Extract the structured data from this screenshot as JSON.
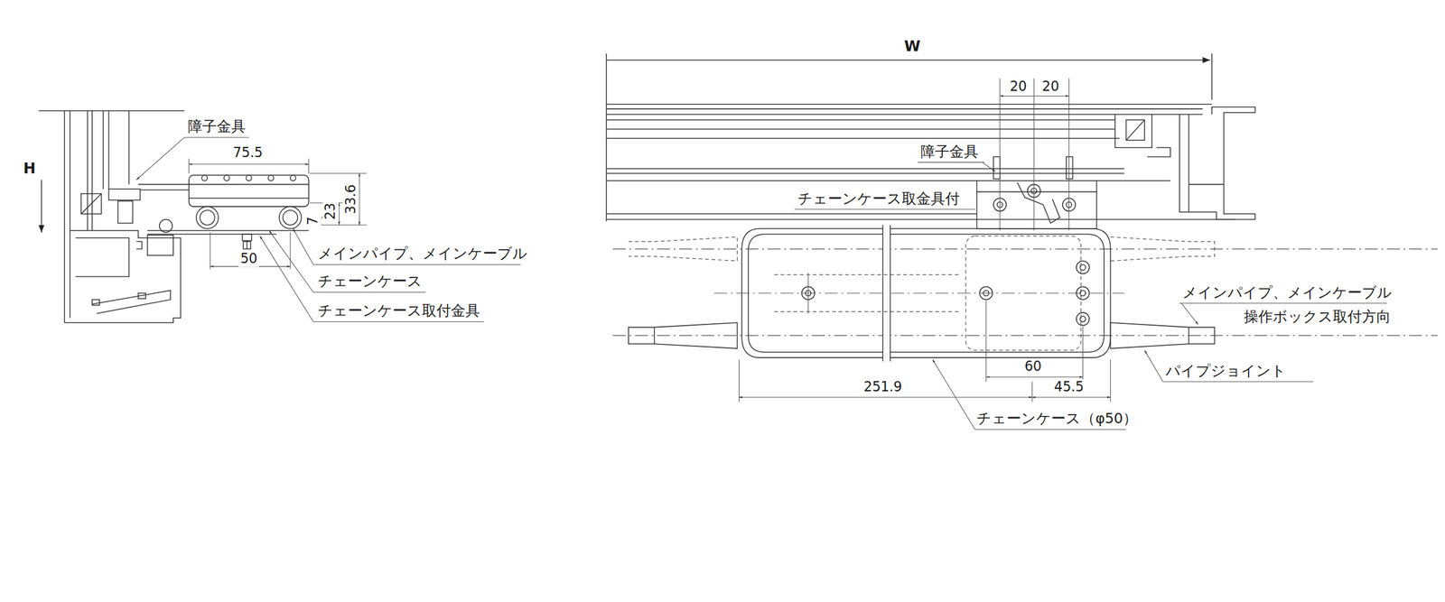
{
  "diagram": {
    "labels": [
      "H",
      "障子金具",
      "75.5",
      "33.6",
      "23",
      "7",
      "50",
      "メインパイプ、メインケーブル",
      "チェーンケース",
      "チェーンケース取付金具",
      "W",
      "20",
      "20",
      "障子金具",
      "チェーンケース取金具付",
      "メインパイプ、メインケーブル",
      "操作ボックス取付方向",
      "パイプジョイント",
      "60",
      "251.9",
      "45.5",
      "チェーンケース（φ50）"
    ]
  }
}
